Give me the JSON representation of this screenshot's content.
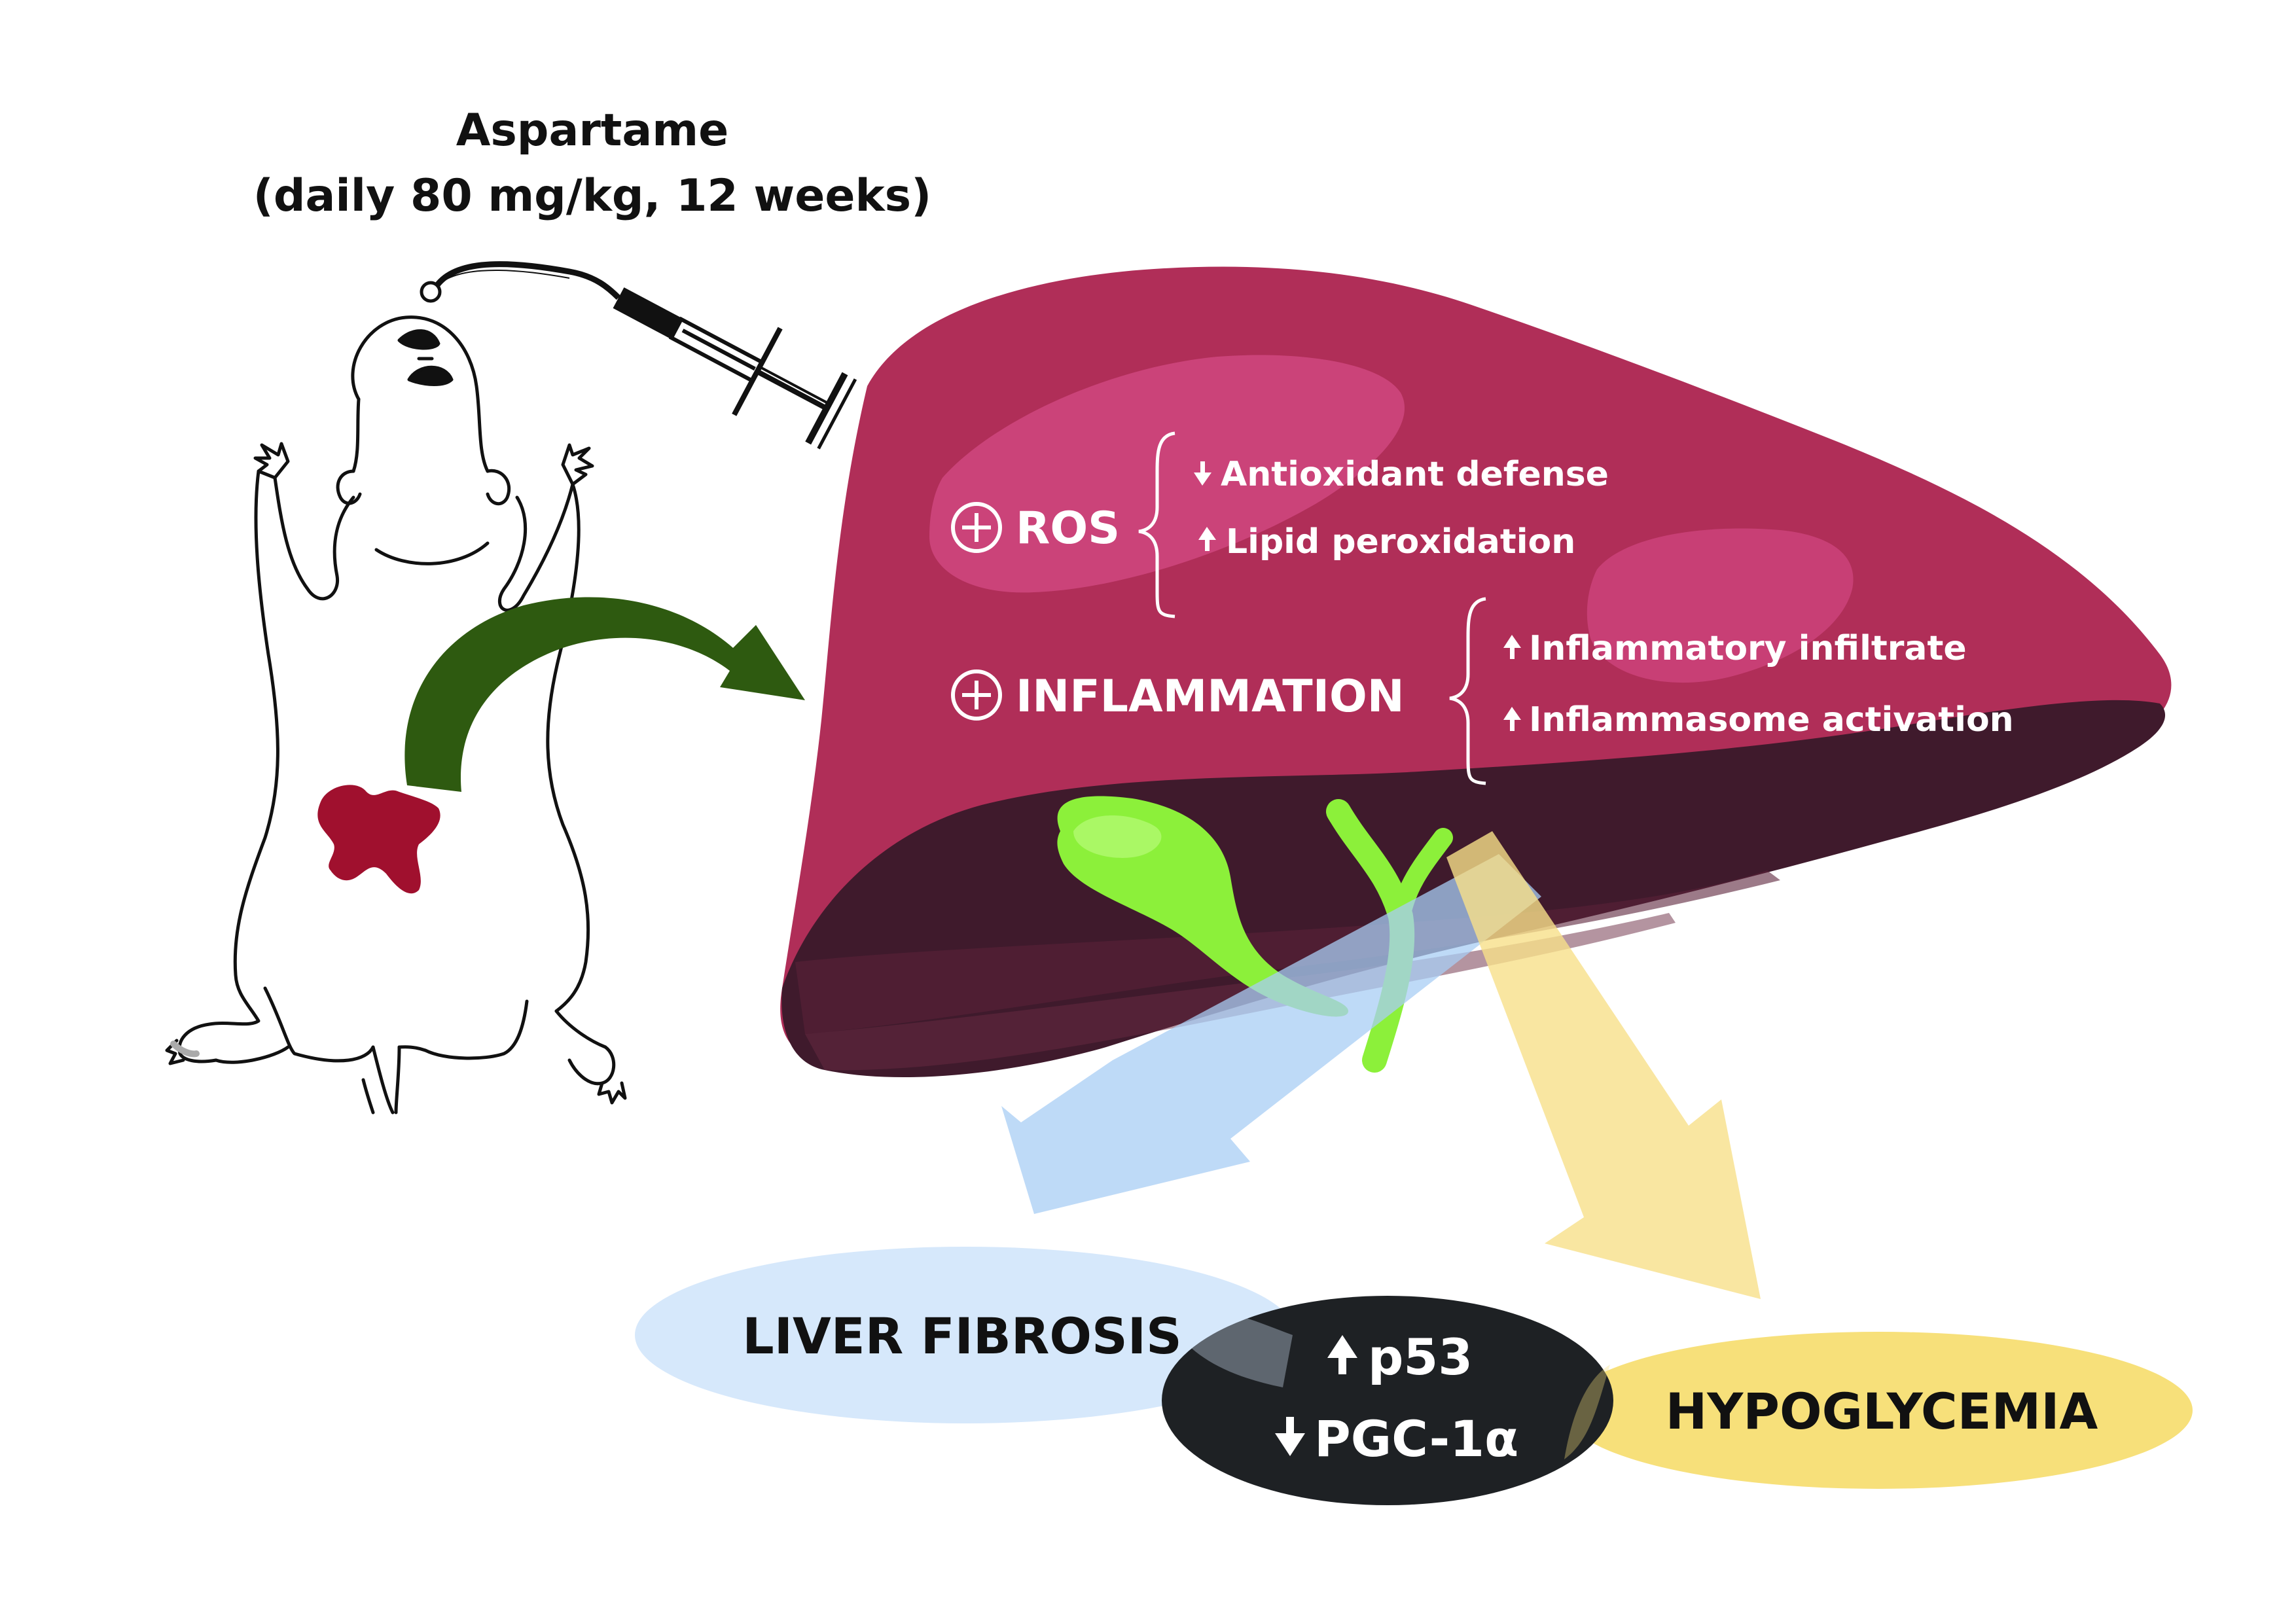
{
  "title": {
    "line1": "Aspartame",
    "line2": "(daily 80 mg/kg, 12 weeks)"
  },
  "ros": {
    "label": "ROS",
    "sign_icon": "plus-circle-icon",
    "items": [
      {
        "direction": "down",
        "text": "Antioxidant defense"
      },
      {
        "direction": "up",
        "text": "Lipid peroxidation"
      }
    ]
  },
  "inflammation": {
    "label": "INFLAMMATION",
    "sign_icon": "plus-circle-icon",
    "items": [
      {
        "direction": "up",
        "text": "Inflammatory infiltrate"
      },
      {
        "direction": "up",
        "text": "Inflammasome activation"
      }
    ]
  },
  "outcomes": {
    "fibrosis": "LIVER FIBROSIS",
    "hypoglycemia": "HYPOGLYCEMIA",
    "center": [
      {
        "direction": "up",
        "text": "p53"
      },
      {
        "direction": "down",
        "text": "PGC-1α"
      }
    ]
  },
  "colors": {
    "liver": "#b02e58",
    "liver_highlight": "#d0467f",
    "liver_underside": "#3f1a2c",
    "gallbladder": "#8cf03a",
    "green_arrow": "#2e5a10",
    "blue_arrow": "#a8cdf4",
    "yellow_arrow": "#f8e08a",
    "fibrosis_ellipse": "#d6e8fb",
    "hypoglycemia_ellipse": "#f7e07a",
    "center_ellipse": "#1e2124",
    "rat_liver": "#a0102e"
  }
}
